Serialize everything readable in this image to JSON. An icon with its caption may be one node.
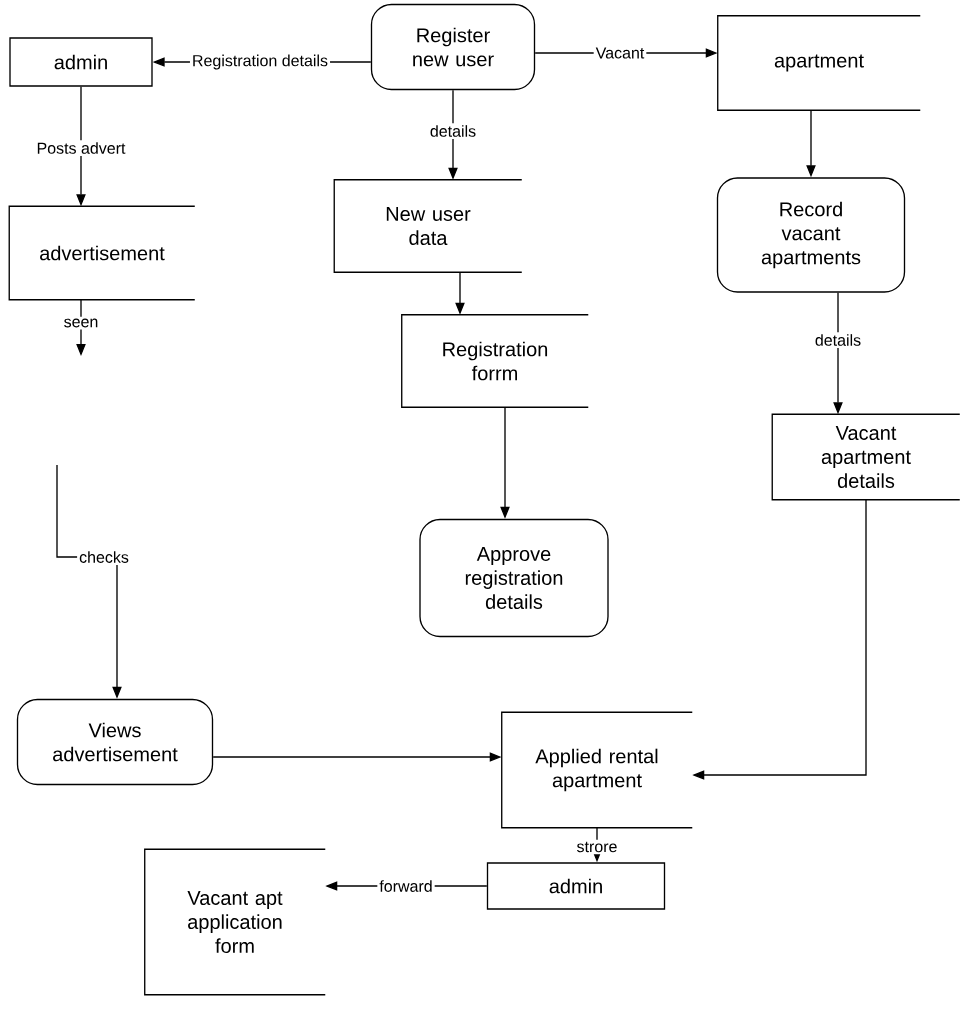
{
  "diagram": {
    "nodes": [
      {
        "text": [
          "admin"
        ]
      },
      {
        "text": [
          "Register new user"
        ]
      },
      {
        "text": [
          "apartment"
        ]
      },
      {
        "text": [
          "advertisement"
        ]
      },
      {
        "text": [
          "New user data"
        ]
      },
      {
        "text": [
          "Record vacant apartments"
        ]
      },
      {
        "text": [
          "Registration forrm"
        ]
      },
      {
        "text": [
          "Vacant apartment details"
        ]
      },
      {
        "text": [
          "Approve registration details"
        ]
      },
      {
        "text": [
          "Views advertisement"
        ]
      },
      {
        "text": [
          "Applied rental apartment"
        ]
      },
      {
        "text": [
          "admin"
        ]
      },
      {
        "text": [
          "Vacant apt application form"
        ]
      }
    ],
    "edges": [
      {
        "from": 1,
        "to": 0,
        "arrow": "to",
        "label": "Registration details"
      },
      {
        "from": 1,
        "to": 2,
        "arrow": "to",
        "label": "Vacant"
      },
      {
        "from": 1,
        "to": 4,
        "arrow": "to",
        "label": "details"
      },
      {
        "from": 0,
        "to": 3,
        "arrow": "to",
        "label": "Posts advert"
      },
      {
        "from": 2,
        "to": 5,
        "arrow": "to"
      },
      {
        "from": 4,
        "to": 6,
        "arrow": "to"
      },
      {
        "from": 5,
        "to": 7,
        "arrow": "to",
        "label": "details"
      },
      {
        "from": 6,
        "to": 8,
        "arrow": "to"
      },
      {
        "from": 3,
        "to": null,
        "arrow": "to",
        "label": "seen"
      },
      {
        "from": null,
        "to": 9,
        "arrow": "to",
        "label": "checks"
      },
      {
        "from": 9,
        "to": 10,
        "arrow": "to"
      },
      {
        "from": 7,
        "to": 10,
        "arrow": "to"
      },
      {
        "from": 10,
        "to": 11,
        "arrow": "to",
        "label": "strore"
      },
      {
        "from": 11,
        "to": 12,
        "arrow": "to",
        "label": "forward"
      }
    ]
  }
}
